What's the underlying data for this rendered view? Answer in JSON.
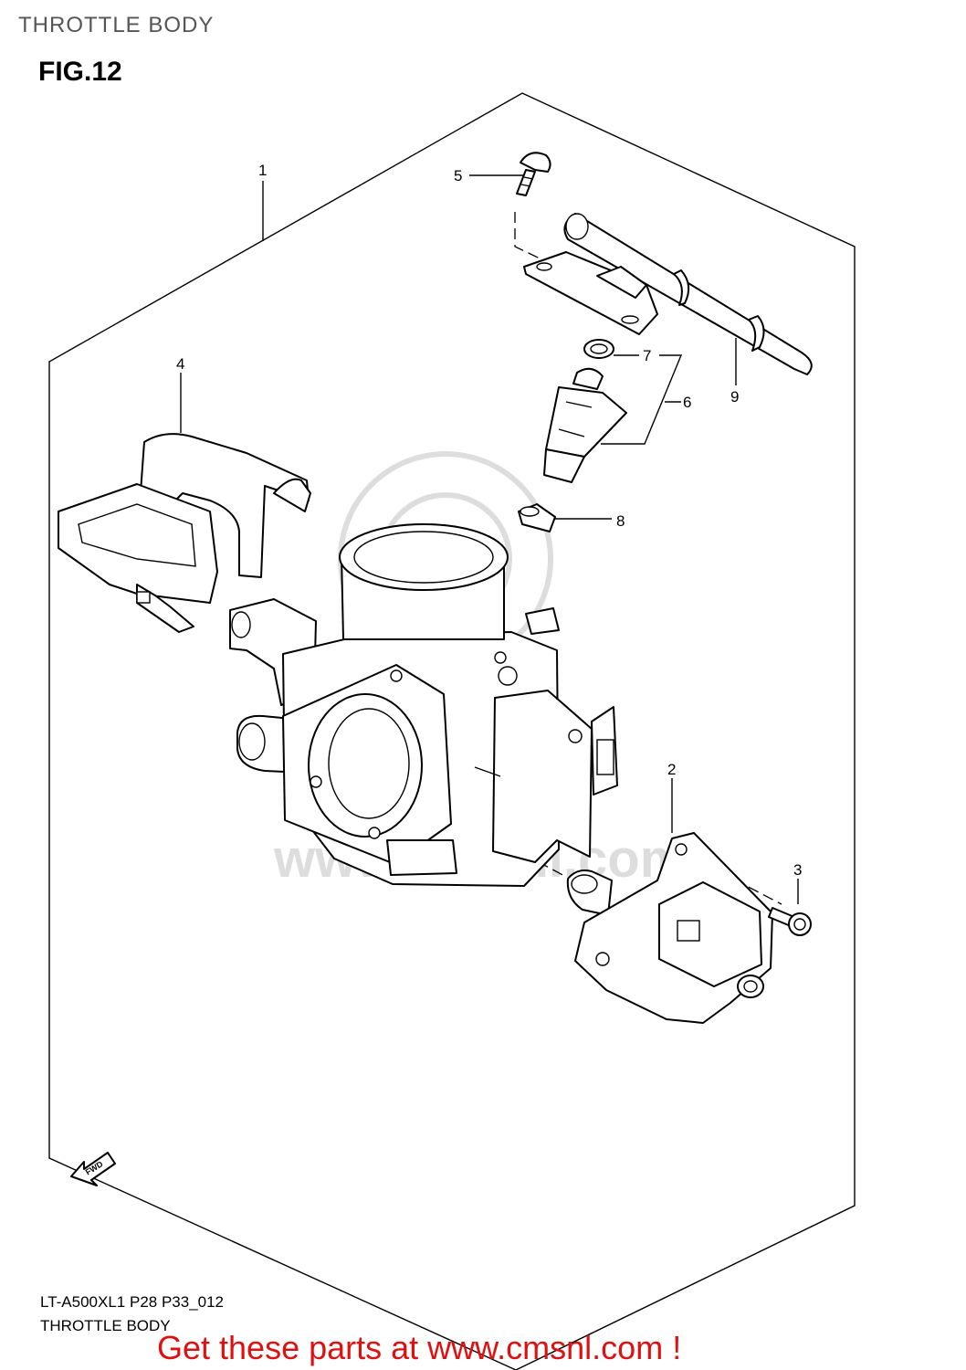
{
  "header": {
    "title": "THROTTLE BODY"
  },
  "figure": {
    "label": "FIG.12"
  },
  "callouts": [
    {
      "number": "1",
      "part": "throttle-body-assembly"
    },
    {
      "number": "2",
      "part": "idle-speed-control-valve"
    },
    {
      "number": "3",
      "part": "screw"
    },
    {
      "number": "4",
      "part": "bracket"
    },
    {
      "number": "5",
      "part": "screw"
    },
    {
      "number": "6",
      "part": "fuel-injector"
    },
    {
      "number": "7",
      "part": "o-ring"
    },
    {
      "number": "8",
      "part": "cushion"
    },
    {
      "number": "9",
      "part": "fuel-delivery-pipe"
    }
  ],
  "arrow": {
    "label": "FWD",
    "icon": "forward-arrow-icon"
  },
  "footer": {
    "model_line": "LT-A500XL1  P28  P33_012",
    "title": "THROTTLE BODY"
  },
  "promo": {
    "text": "Get these parts at www.cmsnl.com !",
    "color": "#dd1111"
  },
  "watermark": {
    "icon": "cmsnl-watermark-logo"
  }
}
